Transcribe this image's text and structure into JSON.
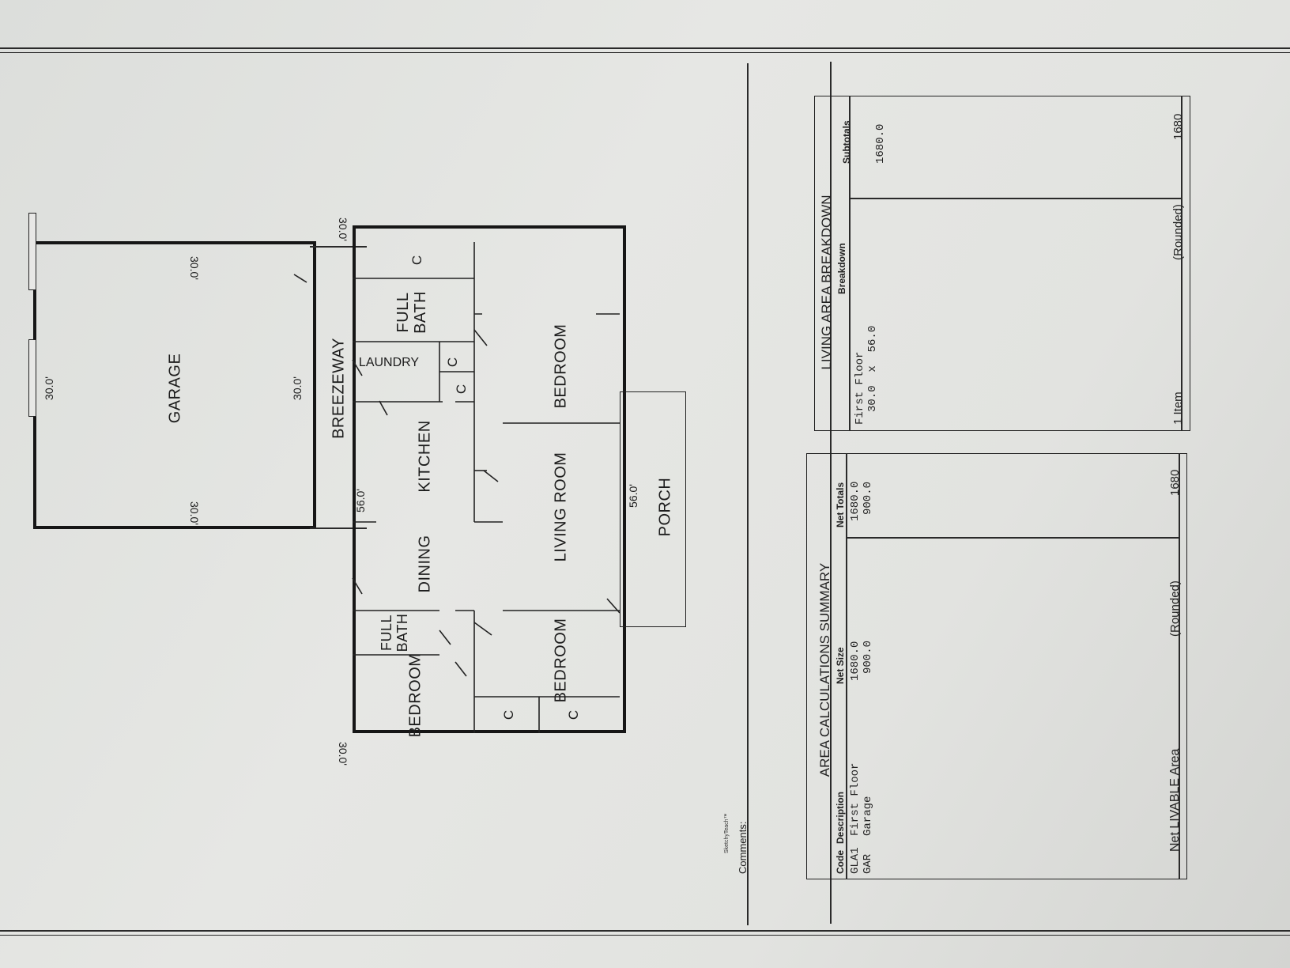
{
  "floorplan": {
    "rooms": {
      "garage": "GARAGE",
      "breezeway": "BREEZEWAY",
      "laundry": "LAUNDRY",
      "full_bath_1": "FULL\nBATH",
      "bedroom_1": "BEDROOM",
      "kitchen": "KITCHEN",
      "dining": "DINING",
      "living_room": "LIVING ROOM",
      "porch": "PORCH",
      "full_bath_2": "FULL\nBATH",
      "bedroom_2": "BEDROOM",
      "bedroom_3": "BEDROOM",
      "closet": "C"
    },
    "dimensions": {
      "garage_top": "30.0'",
      "garage_bottom": "30.0'",
      "garage_left": "30.0'",
      "garage_right": "30.0'",
      "house_top": "30.0'",
      "house_bottom": "30.0'",
      "house_left": "56.0'",
      "house_right": "56.0'"
    }
  },
  "footer": {
    "brand": "SketchyTeach™",
    "comments_label": "Comments:"
  },
  "area_summary": {
    "title": "AREA  CALCULATIONS  SUMMARY",
    "headers": [
      "Code",
      "Description",
      "Net Size",
      "Net Totals"
    ],
    "rows": [
      {
        "code": "GLA1",
        "description": "First Floor",
        "net_size": "1680.0",
        "net_total": "1680.0"
      },
      {
        "code": "GAR",
        "description": "Garage",
        "net_size": "900.0",
        "net_total": "900.0"
      }
    ],
    "footer_label": "Net LIVABLE Area",
    "footer_rounded": "(Rounded)",
    "footer_value": "1680"
  },
  "living_breakdown": {
    "title": "LIVING  AREA  BREAKDOWN",
    "headers": [
      "Breakdown",
      "Subtotals"
    ],
    "floor_label": "First Floor",
    "calc": "30.0  x  56.0",
    "subtotal": "1680.0",
    "footer_items": "1 Item",
    "footer_rounded": "(Rounded)",
    "footer_value": "1680"
  },
  "colors": {
    "ink": "#161616",
    "paper": "#e4e5e2"
  }
}
